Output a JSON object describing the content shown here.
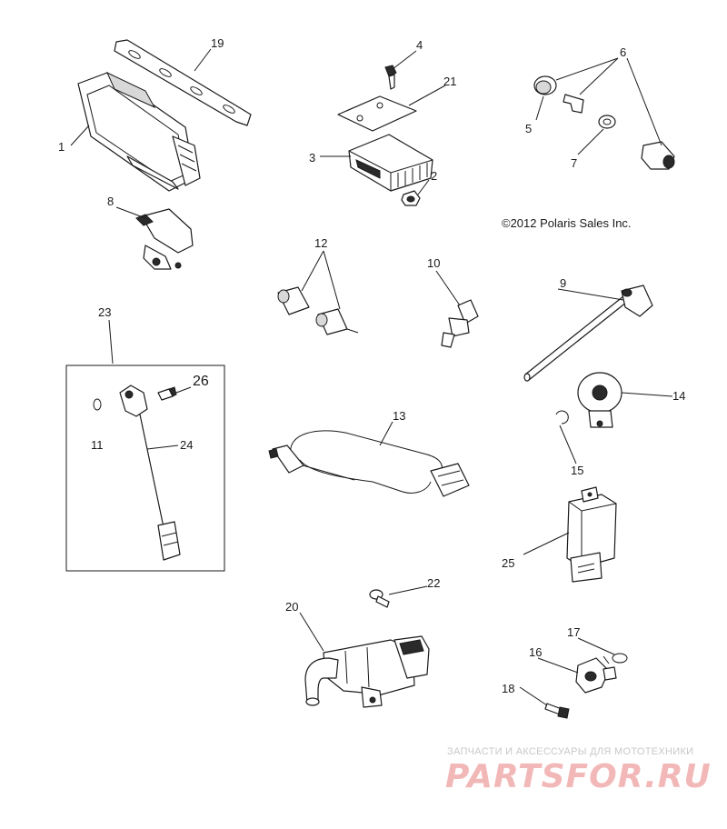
{
  "copyright": "©2012 Polaris Sales Inc.",
  "watermark": {
    "tagline": "ЗАПЧАСТИ И АКСЕССУАРЫ ДЛЯ МОТОТЕХНИКИ",
    "logo": "PARTSFOR.RU"
  },
  "callouts": [
    "1",
    "2",
    "3",
    "4",
    "5",
    "6",
    "7",
    "8",
    "9",
    "10",
    "11",
    "12",
    "13",
    "14",
    "15",
    "16",
    "17",
    "18",
    "19",
    "20",
    "21",
    "22",
    "23",
    "24",
    "25",
    "26"
  ]
}
